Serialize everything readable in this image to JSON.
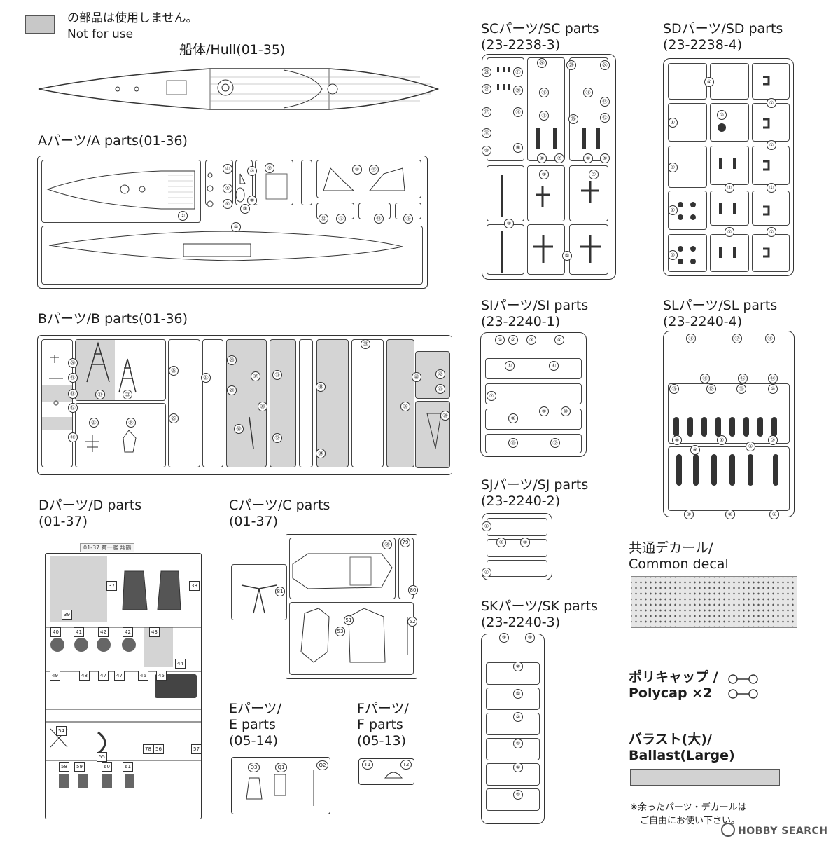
{
  "legend": {
    "line1": "の部品は使用しません。",
    "line2": "Not for use"
  },
  "hull": {
    "title": "船体/Hull(01-35)"
  },
  "a_parts": {
    "title": "Aパーツ/A parts(01-36)"
  },
  "b_parts": {
    "title": "Bパーツ/B parts(01-36)"
  },
  "d_parts": {
    "title1": "Dパーツ/D parts",
    "title2": "(01-37)",
    "sprue_label": "01-37 第一艦 翔鶴"
  },
  "c_parts": {
    "title1": "Cパーツ/C parts",
    "title2": "(01-37)"
  },
  "e_parts": {
    "title1": "Eパーツ/",
    "title2": "E parts",
    "title3": "(05-14)"
  },
  "f_parts": {
    "title1": "Fパーツ/",
    "title2": "F parts",
    "title3": "(05-13)"
  },
  "sc_parts": {
    "title1": "SCパーツ/SC parts",
    "title2": "(23-2238-3)"
  },
  "sd_parts": {
    "title1": "SDパーツ/SD parts",
    "title2": "(23-2238-4)"
  },
  "si_parts": {
    "title1": "SIパーツ/SI parts",
    "title2": "(23-2240-1)"
  },
  "sl_parts": {
    "title1": "SLパーツ/SL parts",
    "title2": "(23-2240-4)"
  },
  "sj_parts": {
    "title1": "SJパーツ/SJ parts",
    "title2": "(23-2240-2)"
  },
  "sk_parts": {
    "title1": "SKパーツ/SK parts",
    "title2": "(23-2240-3)"
  },
  "decal": {
    "title1": "共通デカール/",
    "title2": "Common decal"
  },
  "polycap": {
    "title1": "ポリキャップ /",
    "title2": "Polycap ×2"
  },
  "ballast": {
    "title1": "バラスト(大)/",
    "title2": "Ballast(Large)"
  },
  "footnote": {
    "line1": "※余ったパーツ・デカールは",
    "line2": "ご自由にお使い下さい。"
  },
  "watermark": {
    "text": "HOBBY SEARCH"
  },
  "numbers": {
    "a": [
      "①",
      "②",
      "③",
      "④",
      "⑤",
      "⑥",
      "⑦",
      "⑧",
      "⑨",
      "⑩",
      "⑪",
      "⑫",
      "⑬",
      "⑭",
      "⑮"
    ],
    "b": [
      "⑯",
      "⑰",
      "⑱",
      "⑲",
      "⑳",
      "㉑",
      "㉒",
      "㉓",
      "㉔",
      "㉕",
      "㉖",
      "㉗",
      "㉘",
      "㉙",
      "㉚",
      "㉛",
      "㉜",
      "㉝",
      "㉞",
      "㉟",
      "㊱",
      "㊲",
      "㊳",
      "㊴",
      "㊵",
      "㊶",
      "㊷"
    ],
    "c": [
      "㊿",
      "51",
      "52",
      "53",
      "79",
      "80",
      "81"
    ],
    "d": [
      "37",
      "38",
      "39",
      "40",
      "41",
      "42",
      "43",
      "44",
      "45",
      "46",
      "47",
      "48",
      "49",
      "54",
      "55",
      "56",
      "57",
      "58",
      "59",
      "60",
      "61",
      "78"
    ],
    "e": [
      "Q1",
      "Q2",
      "Q3"
    ],
    "f": [
      "T1",
      "T2"
    ],
    "sc": [
      "①",
      "②",
      "③",
      "④",
      "⑤",
      "⑥",
      "⑦",
      "⑧",
      "⑨",
      "⑩",
      "⑪",
      "⑫",
      "⑬",
      "⑭",
      "⑮",
      "⑯",
      "⑰",
      "⑱",
      "⑲",
      "⑳",
      "㉑",
      "㉒",
      "㉓",
      "㉔",
      "㉕",
      "㉖"
    ],
    "sd": [
      "①",
      "②",
      "③",
      "④",
      "⑤",
      "⑥",
      "⑦",
      "⑧"
    ],
    "si": [
      "①",
      "②",
      "③",
      "④",
      "⑤",
      "⑥",
      "⑦",
      "⑧",
      "⑨",
      "⑩",
      "⑪",
      "⑫"
    ],
    "sl": [
      "①",
      "②",
      "③",
      "④",
      "⑤",
      "⑥",
      "⑦",
      "⑧",
      "⑨",
      "⑩",
      "⑪",
      "⑫",
      "⑬",
      "⑭",
      "⑮",
      "⑯",
      "⑰",
      "⑱"
    ],
    "sj": [
      "①",
      "②",
      "③",
      "④"
    ],
    "sk": [
      "①",
      "②",
      "③",
      "④"
    ]
  }
}
